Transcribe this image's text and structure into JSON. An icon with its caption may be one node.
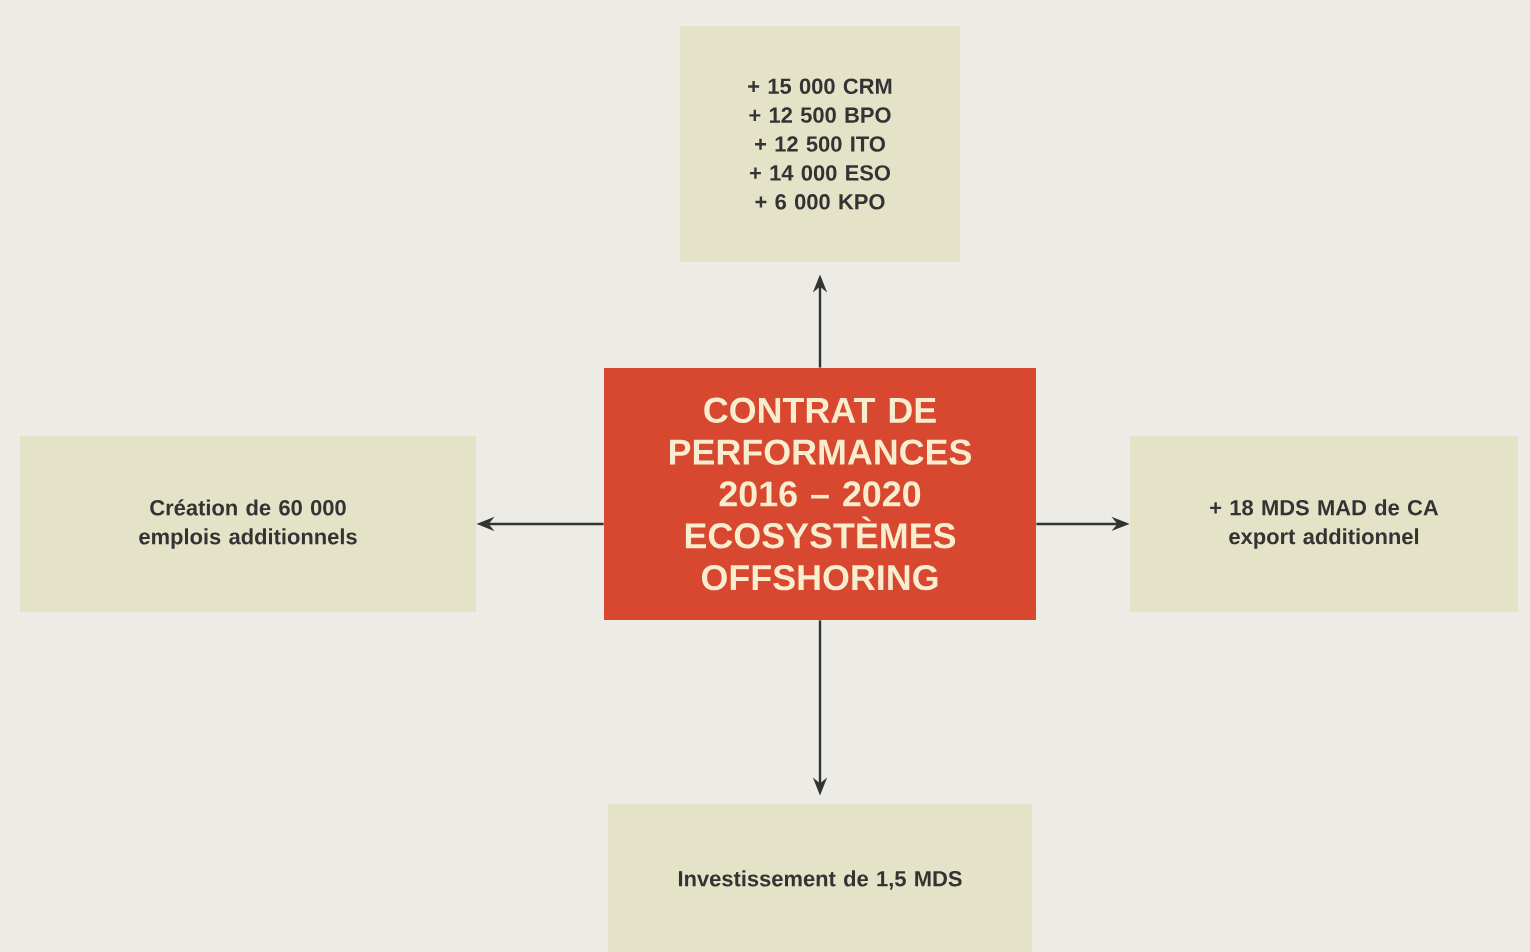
{
  "diagram": {
    "nodes": [
      {
        "text": [
          "+ 15 000 CRM",
          "+ 12 500 BPO",
          "+ 12 500 ITO",
          "+ 14 000 ESO",
          "+ 6 000 KPO"
        ]
      },
      {
        "text": [
          "Création de 60 000 emplois additionnels"
        ]
      },
      {
        "text": [
          "CONTRAT DE PERFORMANCES 2016 – 2020 ECOSYSTÈMES OFFSHORING"
        ]
      },
      {
        "text": [
          "+ 18 MDS MAD de CA export additionnel"
        ]
      },
      {
        "text": [
          "Investissement de 1,5 MDS"
        ]
      }
    ],
    "edges": [
      {
        "from": 2,
        "to": 0,
        "arrow": "to"
      },
      {
        "from": 2,
        "to": 1,
        "arrow": "to"
      },
      {
        "from": 2,
        "to": 3,
        "arrow": "to"
      },
      {
        "from": 2,
        "to": 4,
        "arrow": "to"
      }
    ]
  }
}
